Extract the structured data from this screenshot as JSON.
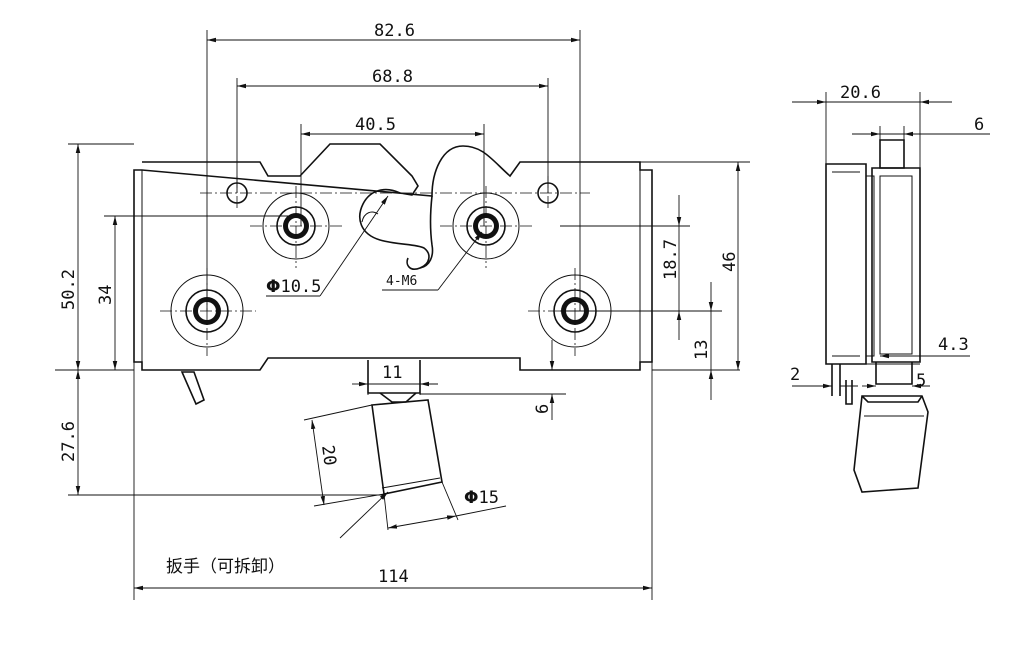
{
  "dimensions": {
    "overall_width_top": "82.6",
    "hole_spacing_outer": "68.8",
    "hole_spacing_inner": "40.5",
    "body_height": "50.2",
    "hole_height_left": "34",
    "overall_width_bottom": "114",
    "handle_length": "27.6",
    "hole_diameter_label": "10.5",
    "thread_label": "4-M6",
    "vertical_18_7": "18.7",
    "vertical_46": "46",
    "vertical_13": "13",
    "handle_neck": "11",
    "handle_offset": "6",
    "handle_height": "20",
    "handle_diameter": "15",
    "side_width": "20.6",
    "side_pin": "6",
    "side_gap_4_3": "4.3",
    "side_2": "2",
    "side_5": "5"
  },
  "annotation": "扳手（可拆卸）"
}
